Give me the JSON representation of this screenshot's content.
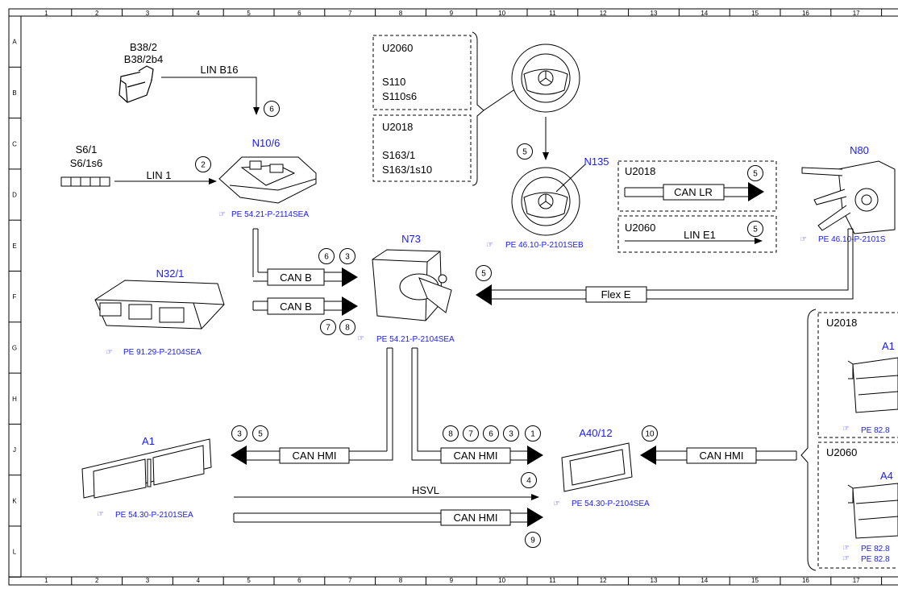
{
  "grid": {
    "columns": [
      "1",
      "2",
      "3",
      "4",
      "5",
      "6",
      "7",
      "8",
      "9",
      "10",
      "11",
      "12",
      "13",
      "14",
      "15",
      "16",
      "17"
    ],
    "rows": [
      "A",
      "B",
      "C",
      "D",
      "E",
      "F",
      "G",
      "H",
      "J",
      "K",
      "L"
    ]
  },
  "components": {
    "b38": {
      "line1": "B38/2",
      "line2": "B38/2b4"
    },
    "s6": {
      "line1": "S6/1",
      "line2": "S6/1s6"
    },
    "n10_6": {
      "label": "N10/6",
      "ref": "PE 54.21-P-2114SEA"
    },
    "n32_1": {
      "label": "N32/1",
      "ref": "PE 91.29-P-2104SEA"
    },
    "n73": {
      "label": "N73",
      "ref": "PE 54.21-P-2104SEA"
    },
    "n135": {
      "label": "N135",
      "ref": "PE 46.10-P-2101SEB"
    },
    "n80": {
      "label": "N80",
      "ref": "PE 46.10-P-2101S"
    },
    "a1": {
      "label": "A1",
      "ref": "PE 54.30-P-2101SEA"
    },
    "a40_12": {
      "label": "A40/12",
      "ref": "PE 54.30-P-2104SEA"
    },
    "right_a_top": {
      "label": "A1",
      "ref": "PE 82.8"
    },
    "right_a_bottom": {
      "label": "A4",
      "ref1": "PE 82.8",
      "ref2": "PE 82.8"
    }
  },
  "variants": {
    "box1": {
      "code": "U2060",
      "line1": "S110",
      "line2": "S110s6"
    },
    "box2": {
      "code": "U2018",
      "line1": "S163/1",
      "line2": "S163/1s10"
    },
    "can_lr_box": {
      "code": "U2018"
    },
    "lin_e1_box": {
      "code": "U2060"
    },
    "right_top": {
      "code": "U2018"
    },
    "right_bottom": {
      "code": "U2060"
    }
  },
  "signals": {
    "lin_b16": "LIN B16",
    "lin_1": "LIN 1",
    "can_b_1": "CAN B",
    "can_b_2": "CAN B",
    "can_lr": "CAN LR",
    "lin_e1": "LIN E1",
    "flex_e": "Flex E",
    "can_hmi_left": "CAN HMI",
    "can_hmi_mid": "CAN HMI",
    "can_hmi_right": "CAN HMI",
    "hsvl": "HSVL",
    "can_hmi_bottom": "CAN HMI"
  },
  "callouts": {
    "c_6_linb16": "6",
    "c_2_lin1": "2",
    "c_6_canb": "6",
    "c_3_canb": "3",
    "c_7_canb": "7",
    "c_8_canb": "8",
    "c_5_wheel": "5",
    "c_5_canlr": "5",
    "c_5_line1": "5",
    "c_5_flex": "5",
    "c_3_hmi_left": "3",
    "c_5_hmi_left": "5",
    "c_8_hmi": "8",
    "c_7_hmi": "7",
    "c_6_hmi": "6",
    "c_3_hmi": "3",
    "c_1_hmi": "1",
    "c_10_hmi": "10",
    "c_4_hsvl": "4",
    "c_9_hmi": "9"
  }
}
